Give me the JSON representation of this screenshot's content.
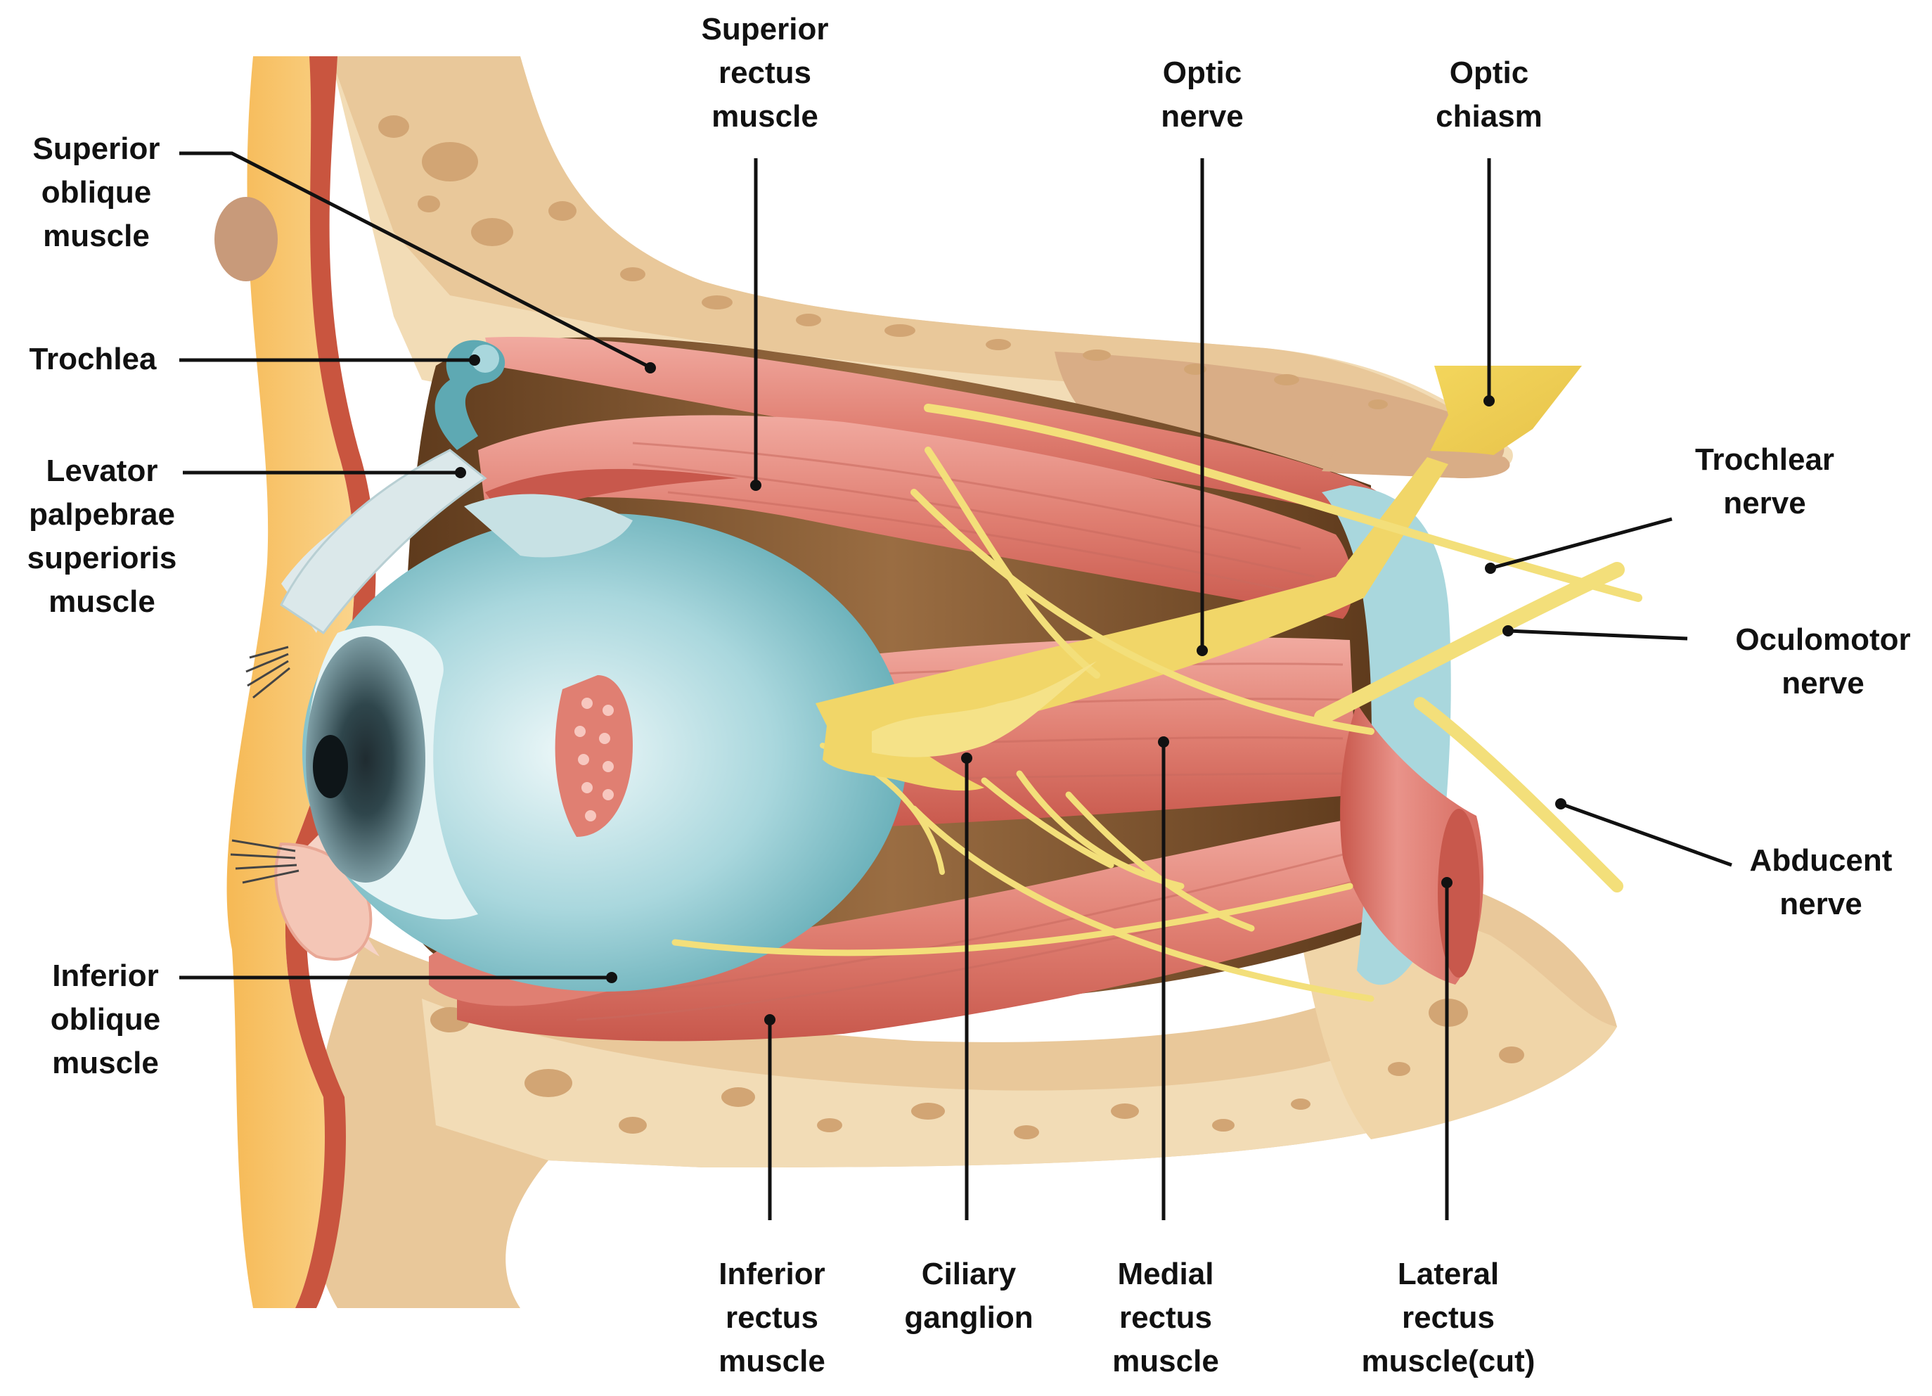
{
  "colors": {
    "bone": "#e9c89a",
    "bone_light": "#f2dcb6",
    "bone_spot": "#d2a574",
    "skin": "#f8c46d",
    "skin_edge": "#c9553f",
    "orbit_dark": "#6b4523",
    "orbit_mid": "#8d6237",
    "muscle": "#e07f72",
    "muscle_dark": "#c8584c",
    "muscle_light": "#f1aaa0",
    "eye": "#a9d7dd",
    "eye_dark": "#5ea9b3",
    "eye_light": "#e6f4f5",
    "iris": "#5a7a82",
    "pupil": "#1f2b30",
    "nerve": "#f3df7a",
    "nerve_dark": "#e7c853",
    "label": "#111111",
    "background": "#ffffff"
  },
  "labels": {
    "superior_oblique": [
      "Superior",
      "oblique",
      "muscle"
    ],
    "trochlea": [
      "Trochlea"
    ],
    "levator": [
      "Levator",
      "palpebrae",
      "superioris",
      "muscle"
    ],
    "inferior_oblique": [
      "Inferior",
      "oblique",
      "muscle"
    ],
    "superior_rectus": [
      "Superior",
      "rectus",
      "muscle"
    ],
    "optic_nerve": [
      "Optic",
      "nerve"
    ],
    "optic_chiasm": [
      "Optic",
      "chiasm"
    ],
    "trochlear_nerve": [
      "Trochlear",
      "nerve"
    ],
    "oculomotor_nerve": [
      "Oculomotor",
      "nerve"
    ],
    "abducent_nerve": [
      "Abducent",
      "nerve"
    ],
    "inferior_rectus": [
      "Inferior",
      "rectus",
      "muscle"
    ],
    "ciliary_ganglion": [
      "Ciliary",
      "ganglion"
    ],
    "medial_rectus": [
      "Medial",
      "rectus",
      "muscle"
    ],
    "lateral_rectus": [
      "Lateral",
      "rectus",
      "muscle(cut)"
    ]
  }
}
